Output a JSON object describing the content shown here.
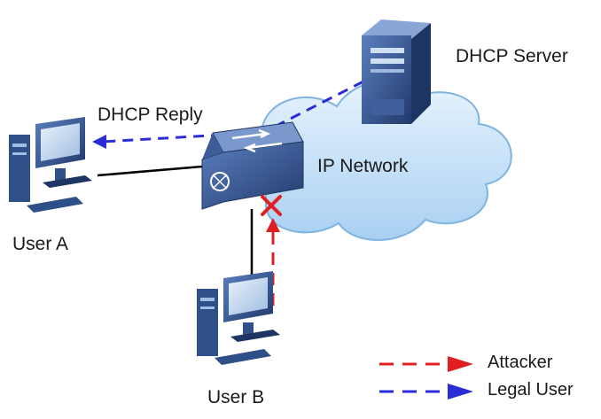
{
  "labels": {
    "dhcp_server": "DHCP Server",
    "dhcp_reply": "DHCP Reply",
    "ip_network": "IP Network",
    "user_a": "User A",
    "user_b": "User B"
  },
  "legend": {
    "attacker": "Attacker",
    "legal_user": "Legal User"
  },
  "colors": {
    "attacker_line": "#e02020",
    "legal_line": "#2b2bd8",
    "cloud_fill": "#bcdcf5",
    "cloud_stroke": "#7fb3e0",
    "device_blue": "#2f4f88",
    "device_dark": "#1e3564",
    "link_black": "#000000"
  },
  "icons": [
    "server-icon",
    "switch-icon",
    "pc-icon",
    "cloud-icon",
    "block-x-icon"
  ]
}
